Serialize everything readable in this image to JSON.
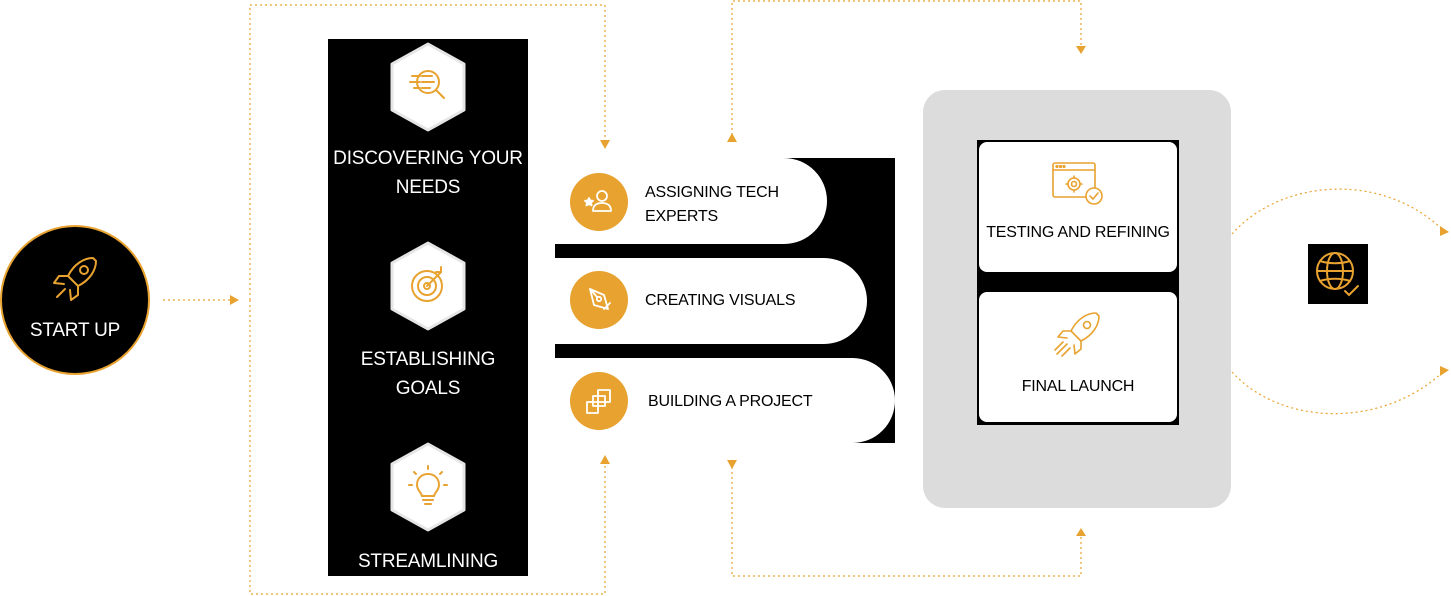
{
  "start": {
    "label": "START UP",
    "icon": "rocket-icon"
  },
  "column_steps": [
    {
      "line1": "DISCOVERING YOUR",
      "line2": "NEEDS",
      "icon": "search-list-icon"
    },
    {
      "line1": "ESTABLISHING",
      "line2": "GOALS",
      "icon": "target-icon"
    },
    {
      "line1": "STREAMLINING",
      "line2": "",
      "icon": "lightbulb-icon"
    }
  ],
  "middle_steps": [
    {
      "line1": "ASSIGNING TECH",
      "line2": "EXPERTS",
      "icon": "expert-user-icon"
    },
    {
      "line1": "CREATING VISUALS",
      "line2": "",
      "icon": "pen-nib-icon"
    },
    {
      "line1": "BUILDING A PROJECT",
      "line2": "",
      "icon": "blocks-icon"
    }
  ],
  "final_steps": [
    {
      "label": "TESTING AND REFINING",
      "icon": "browser-gear-check-icon"
    },
    {
      "label": "FINAL LAUNCH",
      "icon": "launch-rocket-icon"
    }
  ],
  "end": {
    "icon": "globe-check-icon"
  },
  "colors": {
    "accent": "#e8a22f",
    "dark": "#000000",
    "panel": "#dcdcdc",
    "background": "#ffffff"
  }
}
